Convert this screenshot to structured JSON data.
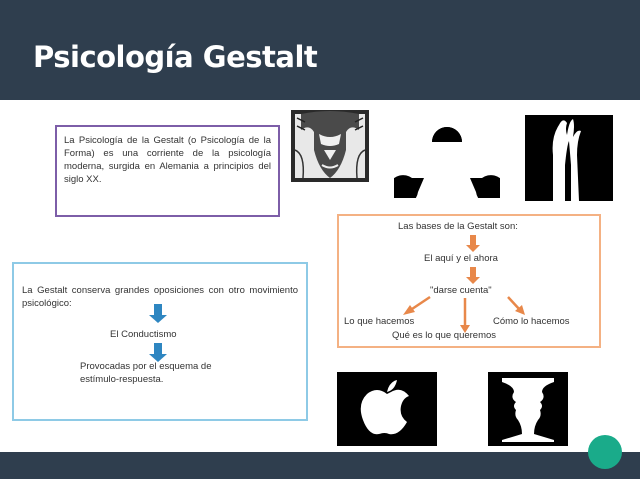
{
  "slide": {
    "title": "Psicología Gestalt"
  },
  "purple_box": {
    "text": "La Psicología de la Gestalt (o Psicología de la Forma) es una corriente de la psicología moderna, surgida en Alemania a principios del siglo XX."
  },
  "blue_box": {
    "intro": "La Gestalt conserva grandes oposiciones con otro movimiento psicológico:",
    "item1": "El Conductismo",
    "item2_line1": "Provocadas por el esquema de",
    "item2_line2": "estímulo-respuesta."
  },
  "orange_box": {
    "title": "Las bases de la Gestalt son:",
    "item1": "El aquí y el ahora",
    "item2": "\"darse cuenta\"",
    "left": "Lo que hacemos",
    "right": "Cómo lo hacemos",
    "bottom": "Qué es lo que queremos"
  },
  "images": [
    {
      "name": "faces-vase-illusion-image"
    },
    {
      "name": "kanizsa-triangle-image"
    },
    {
      "name": "hand-tree-illusion-image"
    },
    {
      "name": "apple-logo-faces-image"
    },
    {
      "name": "rubin-vase-image"
    }
  ],
  "colors": {
    "header": "#2f3e4e",
    "accent_green": "#1aab8a",
    "purple": "#7d5ea8",
    "blue": "#8ecae6",
    "orange": "#f4b183",
    "arrow_blue": "#2e86c1",
    "arrow_orange": "#e8884a"
  }
}
